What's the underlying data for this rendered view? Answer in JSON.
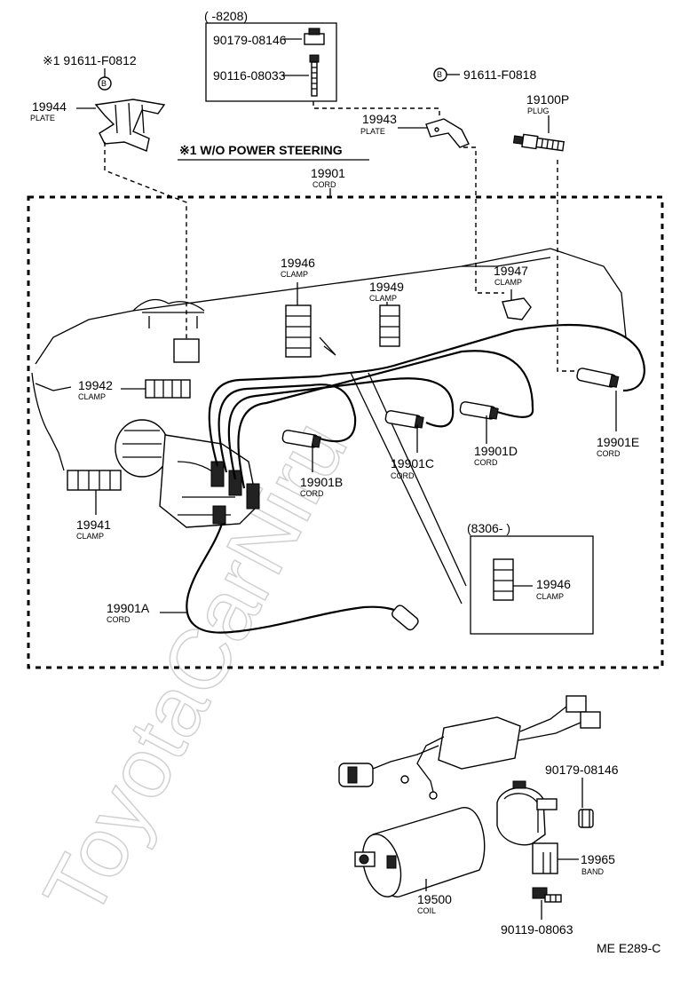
{
  "watermark": "ToyotaCarNiru",
  "note_title": "※1 W/O POWER STEERING",
  "diagram_code": "ME E289-C",
  "inset_top": {
    "range": "(      -8208)",
    "part_a": "90179-08146",
    "part_b": "90116-08033"
  },
  "inset_bottom": {
    "range": "(8306-        )",
    "part_no": "19946",
    "part_name": "CLAMP"
  },
  "callout_b_left": "※1 91611-F0812",
  "callout_b_right": "91611-F0818",
  "callout_symbol": "B",
  "parts": [
    {
      "id": "19944",
      "no": "19944",
      "name": "PLATE"
    },
    {
      "id": "19943",
      "no": "19943",
      "name": "PLATE"
    },
    {
      "id": "19100P",
      "no": "19100P",
      "name": "PLUG"
    },
    {
      "id": "19901",
      "no": "19901",
      "name": "CORD"
    },
    {
      "id": "19946",
      "no": "19946",
      "name": "CLAMP"
    },
    {
      "id": "19947",
      "no": "19947",
      "name": "CLAMP"
    },
    {
      "id": "19949",
      "no": "19949",
      "name": "CLAMP"
    },
    {
      "id": "19942",
      "no": "19942",
      "name": "CLAMP"
    },
    {
      "id": "19941",
      "no": "19941",
      "name": "CLAMP"
    },
    {
      "id": "19901A",
      "no": "19901A",
      "name": "CORD"
    },
    {
      "id": "19901B",
      "no": "19901B",
      "name": "CORD"
    },
    {
      "id": "19901C",
      "no": "19901C",
      "name": "CORD"
    },
    {
      "id": "19901D",
      "no": "19901D",
      "name": "CORD"
    },
    {
      "id": "19901E",
      "no": "19901E",
      "name": "CORD"
    },
    {
      "id": "19500",
      "no": "19500",
      "name": "COIL"
    },
    {
      "id": "19965",
      "no": "19965",
      "name": "BAND"
    }
  ],
  "loose_parts": {
    "nut": "90179-08146",
    "bolt": "90119-08063"
  }
}
